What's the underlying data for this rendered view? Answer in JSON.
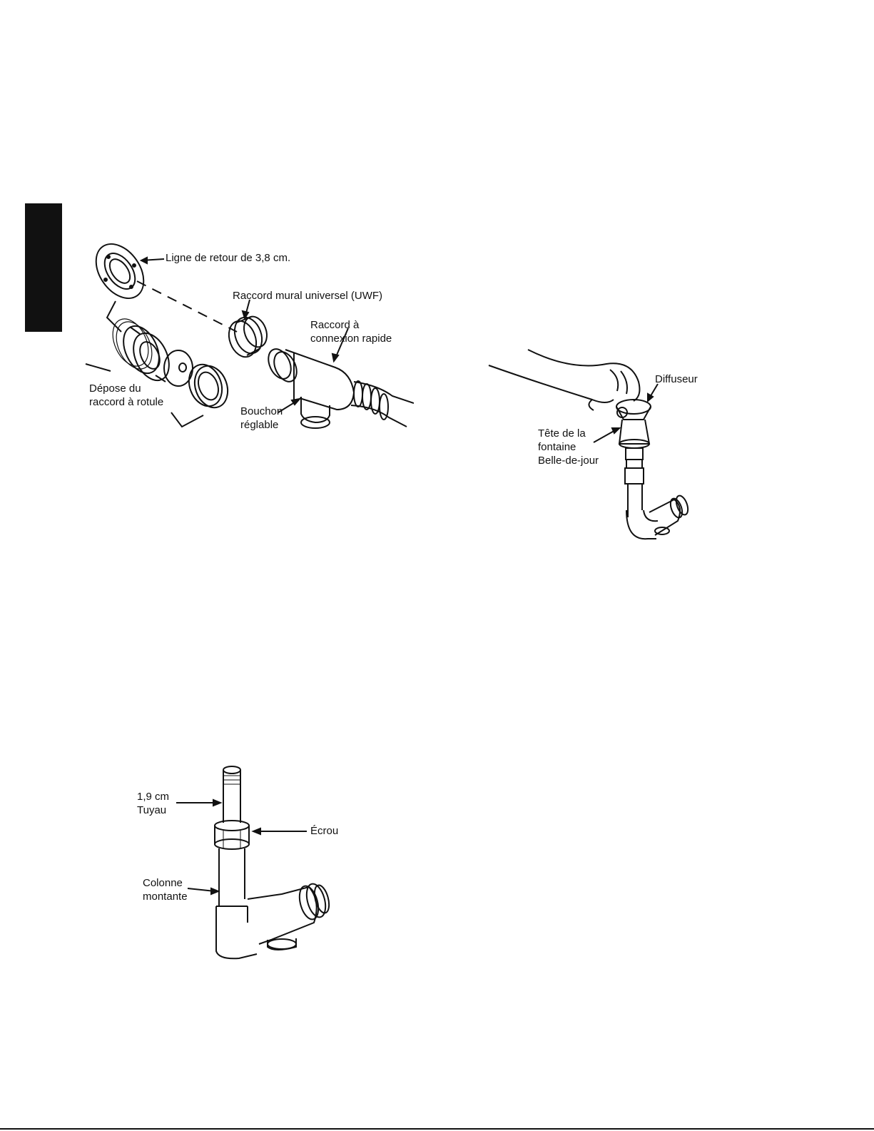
{
  "figure1": {
    "labels": {
      "return_line": "Ligne de retour de 3,8 cm.",
      "uwf": "Raccord mural universel (UWF)",
      "quick_connect": "Raccord à\nconnexion rapide",
      "ball_removal": "Dépose du\nraccord à rotule",
      "cap": "Bouchon\nréglable"
    }
  },
  "figure2": {
    "labels": {
      "diffuser": "Diffuseur",
      "head": "Tête de la\nfontaine\nBelle-de-jour"
    }
  },
  "figure3": {
    "labels": {
      "pipe": "1,9 cm\nTuyau",
      "nut": "Écrou",
      "riser": "Colonne\nmontante"
    }
  }
}
